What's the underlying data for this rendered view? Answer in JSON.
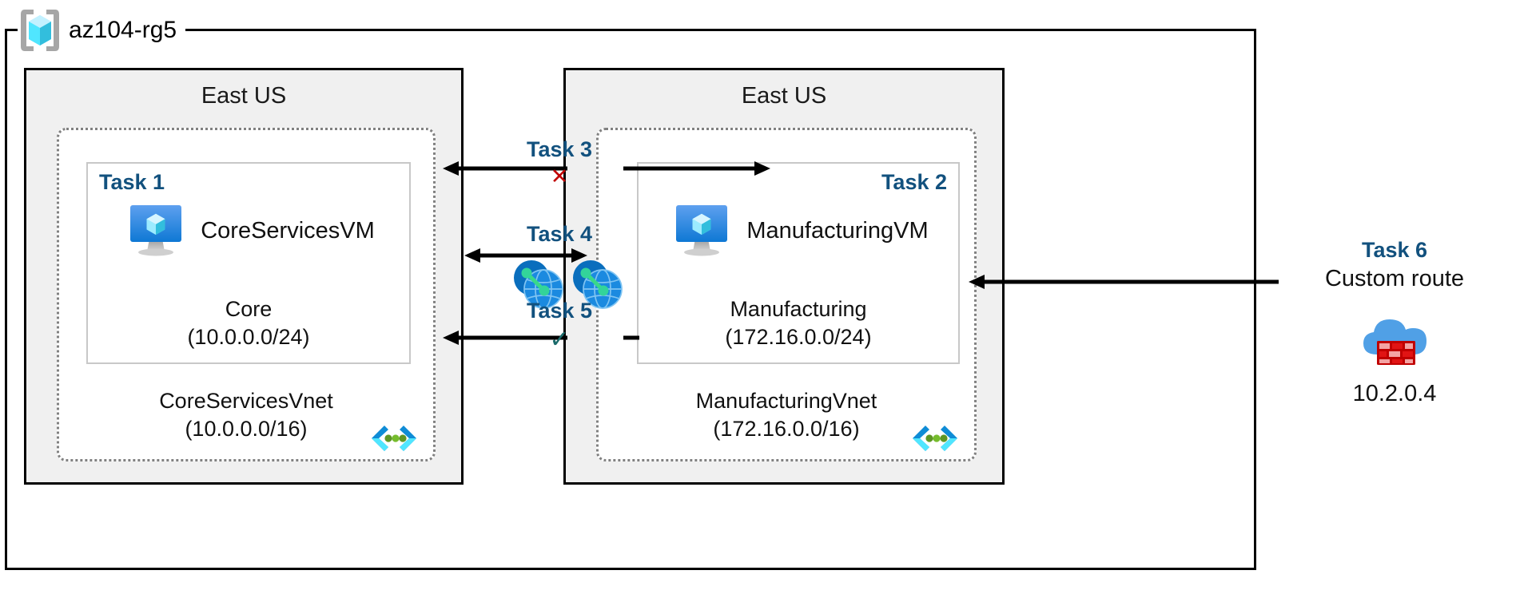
{
  "resource_group": {
    "name": "az104-rg5",
    "icon": "resource-group-cube-icon"
  },
  "regions": [
    {
      "id": "left",
      "title": "East US"
    },
    {
      "id": "right",
      "title": "East US"
    }
  ],
  "vnets": [
    {
      "id": "left",
      "name": "CoreServicesVnet",
      "address_space": "(10.0.0.0/16)",
      "label": "CoreServicesVnet\n(10.0.0.0/16)",
      "badge_icon": "code-brackets-subnet-icon",
      "subnet": {
        "task_tag": "Task 1",
        "vm_name": "CoreServicesVM",
        "vm_icon": "virtual-machine-icon",
        "name": "Core",
        "address_prefix": "(10.0.0.0/24)",
        "label": "Core\n(10.0.0.0/24)"
      }
    },
    {
      "id": "right",
      "name": "ManufacturingVnet",
      "address_space": "(172.16.0.0/16)",
      "label": "ManufacturingVnet\n(172.16.0.0/16)",
      "badge_icon": "code-brackets-subnet-icon",
      "subnet": {
        "task_tag": "Task 2",
        "vm_name": "ManufacturingVM",
        "vm_icon": "virtual-machine-icon",
        "name": "Manufacturing",
        "address_prefix": "(172.16.0.0/24)",
        "label": "Manufacturing\n(172.16.0.0/24)"
      }
    }
  ],
  "connections": [
    {
      "id": "task3",
      "label": "Task 3",
      "mark": "✕",
      "mark_kind": "cross",
      "direction": "bidirectional-blocked"
    },
    {
      "id": "task4",
      "label": "Task 4",
      "mark": "",
      "mark_kind": "none",
      "direction": "bidirectional"
    },
    {
      "id": "task5",
      "label": "Task 5",
      "mark": "✓",
      "mark_kind": "check",
      "direction": "bidirectional-allowed"
    }
  ],
  "peering_icons": [
    {
      "id": "peer-left",
      "icon": "vnet-peering-icon"
    },
    {
      "id": "peer-right",
      "icon": "vnet-peering-icon"
    }
  ],
  "custom_route": {
    "task_tag": "Task 6",
    "subtitle": "Custom route",
    "icon": "azure-firewall-icon",
    "ip_address": "10.2.0.4"
  },
  "colors": {
    "task_blue": "#12517e",
    "region_fill": "#f0f0f0",
    "vnet_border": "#808080",
    "subnet_border": "#c8c8c8",
    "cross_red": "#c00000",
    "check_teal": "#1b6b6b",
    "azure_blue": "#0078d4",
    "cyan": "#50e6ff",
    "firewall_red": "#d81c1c"
  }
}
